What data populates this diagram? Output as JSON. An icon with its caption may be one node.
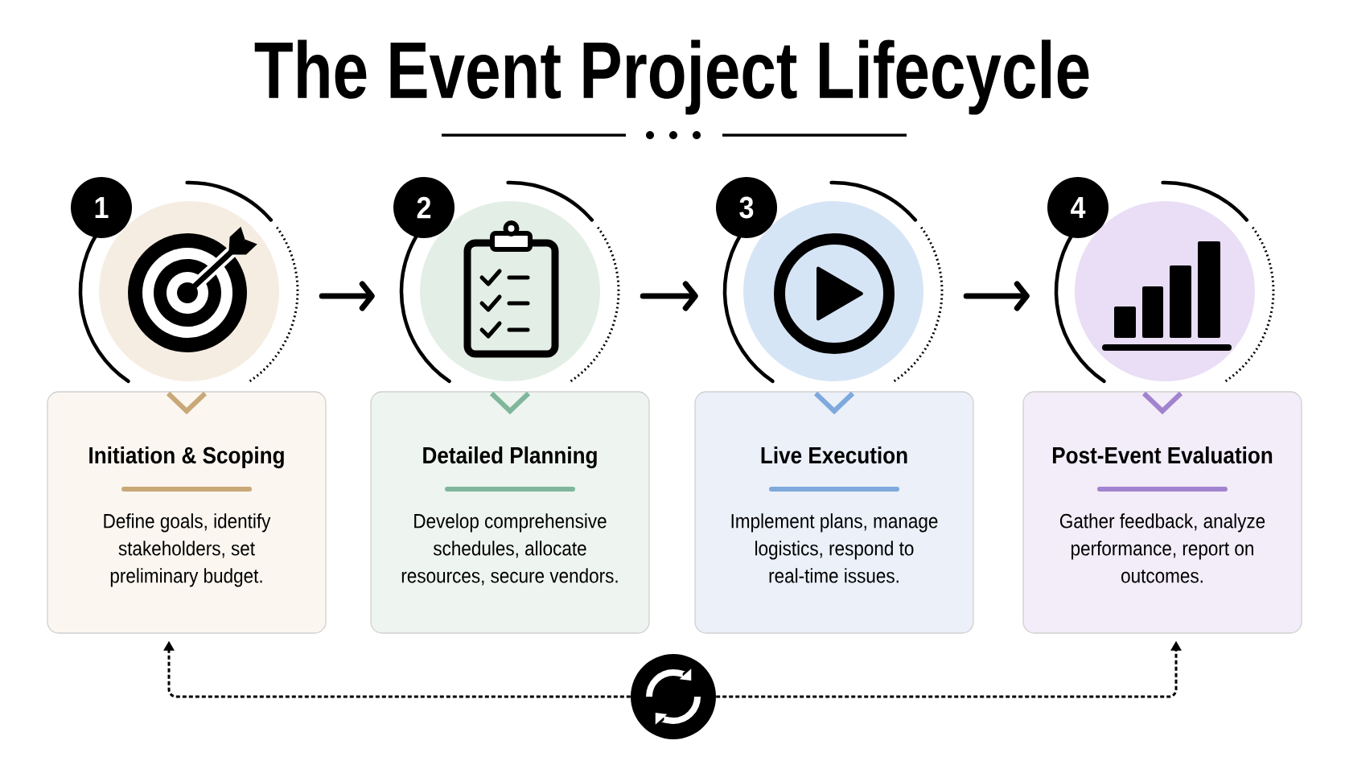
{
  "diagram": {
    "title": "The Event Project Lifecycle",
    "nodes": [
      {
        "text": [
          "1"
        ]
      },
      {
        "text": [],
        "shape": "circle"
      },
      {
        "text": [
          "Initiation & Scoping",
          "Define goals, identify stakeholders, set preliminary budget."
        ]
      },
      {
        "text": [
          "2"
        ]
      },
      {
        "text": [],
        "shape": "circle"
      },
      {
        "text": [
          "Detailed Planning",
          "Develop comprehensive schedules, allocate resources, secure vendors."
        ]
      },
      {
        "text": [
          "3"
        ]
      },
      {
        "text": [],
        "shape": "circle"
      },
      {
        "text": [
          "Live Execution",
          "Implement plans, manage logistics, respond to real-time issues."
        ]
      },
      {
        "text": [
          "4"
        ]
      },
      {
        "text": [],
        "shape": "circle"
      },
      {
        "text": [
          "Post-Event Evaluation",
          "Gather feedback, analyze performance, report on outcomes."
        ]
      },
      {
        "text": [],
        "shape": "circle"
      }
    ],
    "edges": [
      {
        "from": 1,
        "to": 4,
        "arrow": "to"
      },
      {
        "from": 4,
        "to": 7,
        "arrow": "to"
      },
      {
        "from": 7,
        "to": 10,
        "arrow": "to"
      },
      {
        "from": 12,
        "to": 2,
        "arrow": "to",
        "style": "dashed"
      },
      {
        "from": 12,
        "to": 11,
        "arrow": "to",
        "style": "dashed"
      }
    ]
  }
}
